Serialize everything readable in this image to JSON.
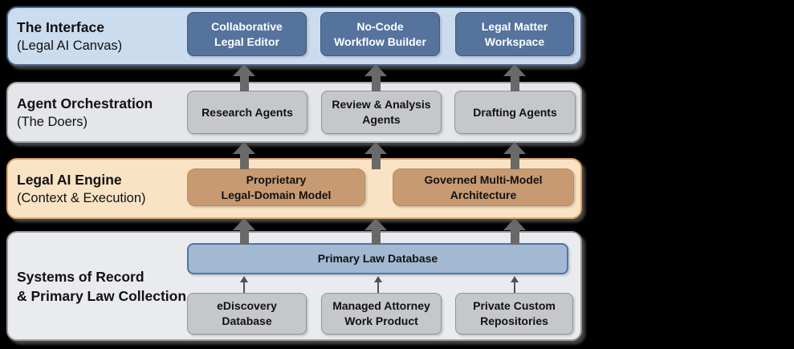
{
  "diagram": {
    "layers": {
      "interface": {
        "title": "The Interface",
        "subtitle": "(Legal AI Canvas)",
        "boxes": {
          "collaborative_legal_editor": {
            "line1": "Collaborative",
            "line2": "Legal Editor"
          },
          "no_code_workflow_builder": {
            "line1": "No-Code",
            "line2": "Workflow Builder"
          },
          "legal_matter_workspace": {
            "line1": "Legal Matter",
            "line2": "Workspace"
          }
        }
      },
      "agent_orchestration": {
        "title": "Agent Orchestration",
        "subtitle": "(The Doers)",
        "boxes": {
          "research_agents": {
            "line1": "Research Agents",
            "line2": ""
          },
          "review_analysis_agents": {
            "line1": "Review & Analysis",
            "line2": "Agents"
          },
          "drafting_agents": {
            "line1": "Drafting Agents",
            "line2": ""
          }
        }
      },
      "legal_ai_engine": {
        "title": "Legal AI Engine",
        "subtitle": "(Context & Execution)",
        "boxes": {
          "proprietary_model": {
            "line1": "Proprietary",
            "line2": "Legal-Domain Model"
          },
          "governed_architecture": {
            "line1": "Governed Multi-Model",
            "line2": "Architecture"
          }
        }
      },
      "systems_of_record": {
        "title": "Systems of Record",
        "subtitle": "& Primary Law Collection",
        "primary_law_database": "Primary Law Database",
        "boxes": {
          "ediscovery_database": {
            "line1": "eDiscovery",
            "line2": "Database"
          },
          "managed_attorney_work_product": {
            "line1": "Managed Attorney",
            "line2": "Work Product"
          },
          "private_custom_repositories": {
            "line1": "Private Custom",
            "line2": "Repositories"
          }
        }
      }
    },
    "colors": {
      "background": "#000000",
      "interface_band": "#ccdcef",
      "interface_band_border": "#44658e",
      "interface_box": "#55739c",
      "orchestration_band": "#e4e6e9",
      "orchestration_box": "#c5c7ca",
      "engine_band": "#f9e3c4",
      "engine_band_border": "#dda465",
      "engine_box": "#c89a72",
      "systems_band": "#e9ebee",
      "primary_law_bar": "#a2b8d3",
      "arrow": "#696969"
    }
  }
}
